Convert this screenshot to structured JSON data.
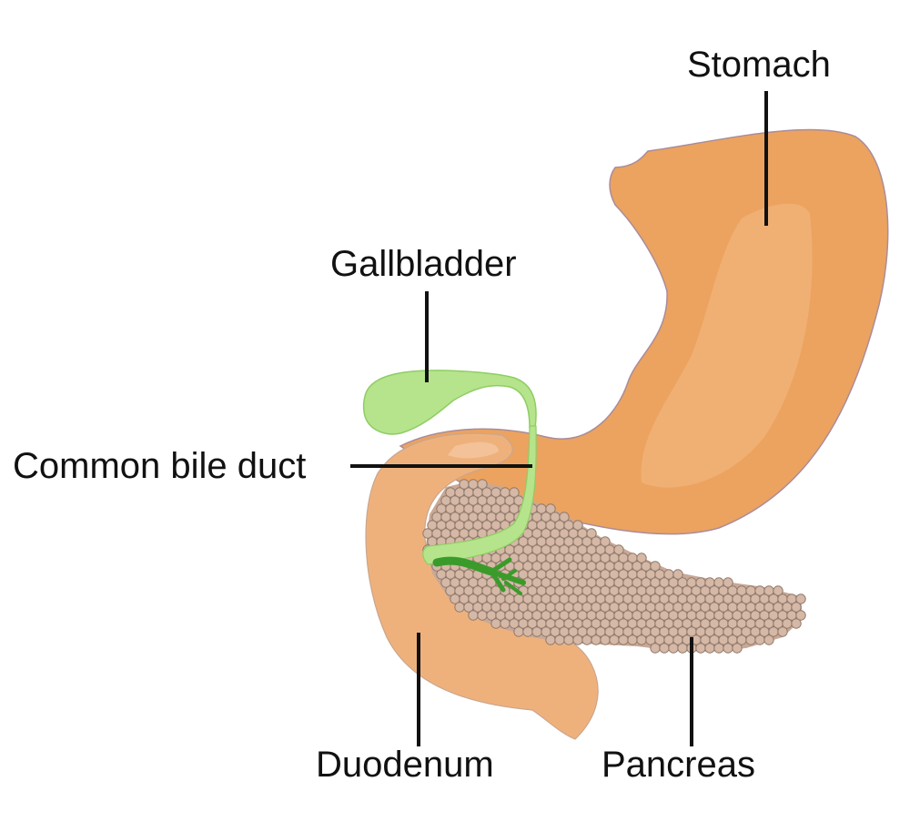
{
  "labels": {
    "stomach": "Stomach",
    "gallbladder": "Gallbladder",
    "common_bile_duct": "Common bile duct",
    "duodenum": "Duodenum",
    "pancreas": "Pancreas"
  },
  "colors": {
    "stomach": "#eca35f",
    "stomach_highlight": "#f2b57d",
    "duodenum": "#efb17c",
    "gallbladder": "#b5e48c",
    "gallbladder_outline": "#8fcd63",
    "pancreatic_duct": "#3a9b2b",
    "pancreas_cell": "#d6b8a6",
    "pancreas_cell_outline": "#8f7a6c"
  }
}
